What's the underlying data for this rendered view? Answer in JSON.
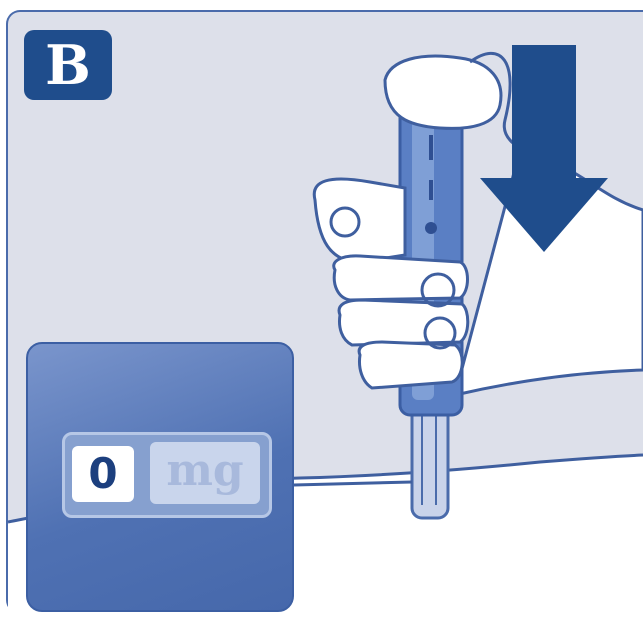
{
  "step": {
    "label": "B"
  },
  "dose_counter": {
    "value": "0",
    "unit": "mg"
  },
  "colors": {
    "panel_background": "#dde0ea",
    "outline_blue": "#4a6bab",
    "badge_blue": "#1f4d8c",
    "pen_blue": "#3f66b0",
    "arrow_blue": "#1f4d8c"
  },
  "icons": {
    "press_direction": "down-arrow-icon",
    "hand": "hand-icon",
    "pen": "injection-pen-icon"
  }
}
